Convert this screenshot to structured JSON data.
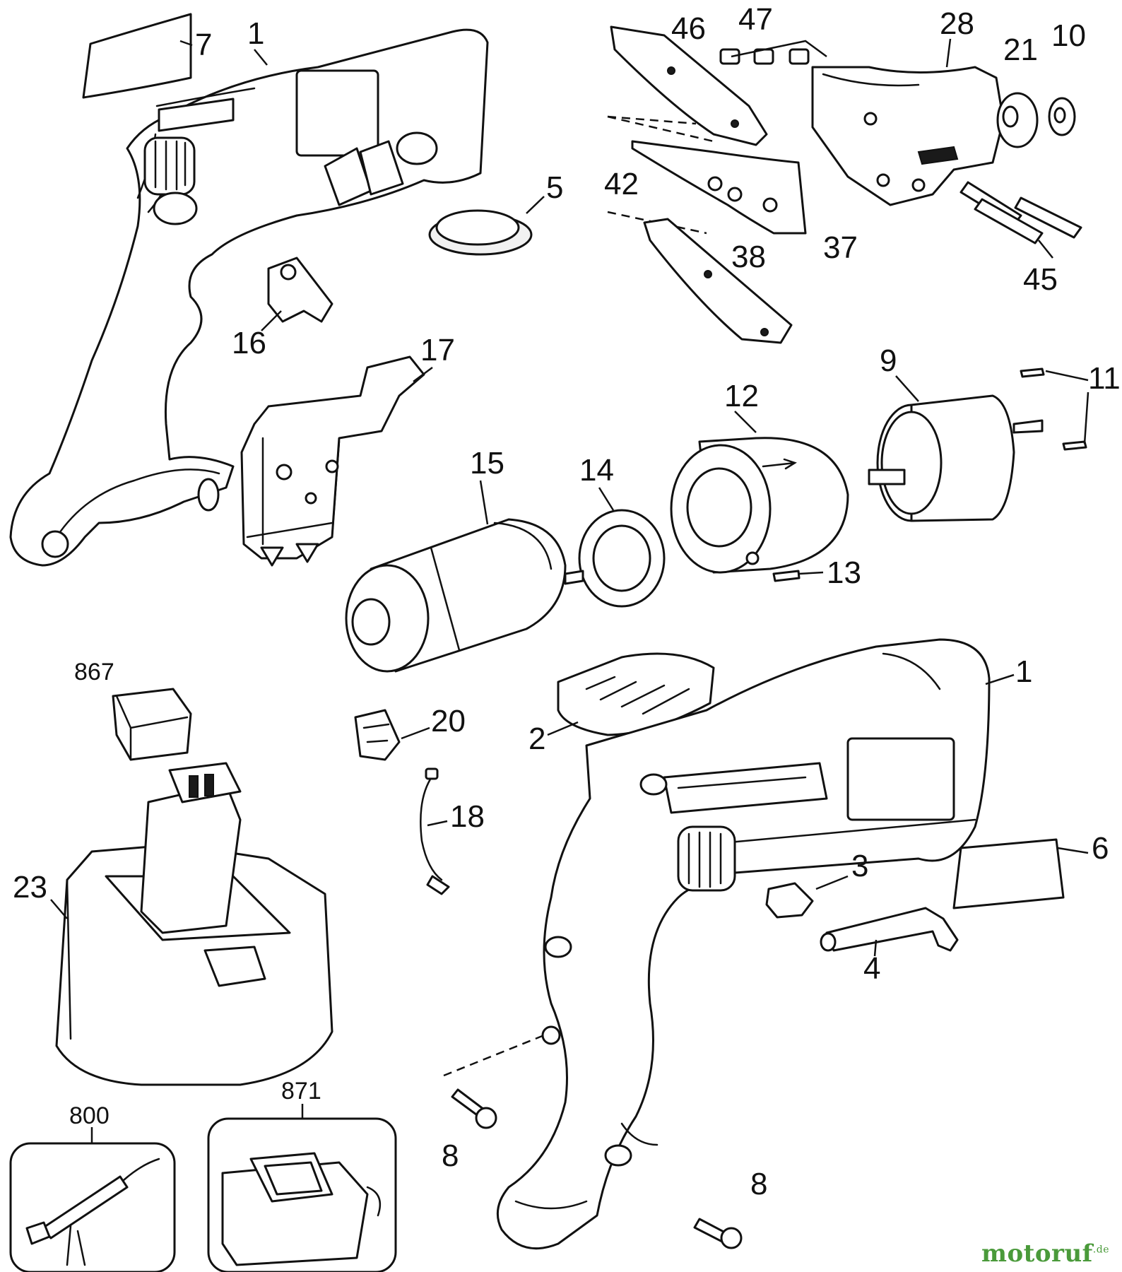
{
  "diagram": {
    "callouts": {
      "c1_left": "1",
      "c7": "7",
      "c5": "5",
      "c16": "16",
      "c17": "17",
      "c46": "46",
      "c47": "47",
      "c28": "28",
      "c21": "21",
      "c10": "10",
      "c42": "42",
      "c37": "37",
      "c38": "38",
      "c45": "45",
      "c9": "9",
      "c11": "11",
      "c12": "12",
      "c15": "15",
      "c14": "14",
      "c13": "13",
      "c867": "867",
      "c20": "20",
      "c1_right": "1",
      "c2": "2",
      "c18": "18",
      "c23": "23",
      "c3": "3",
      "c6": "6",
      "c4": "4",
      "c8_left": "8",
      "c8_right": "8",
      "c800": "800",
      "c871": "871"
    },
    "watermark": {
      "brand": "motoruf",
      "suffix": ".de"
    },
    "colors": {
      "watermark": "#4a9a3a",
      "line": "#111111"
    }
  }
}
